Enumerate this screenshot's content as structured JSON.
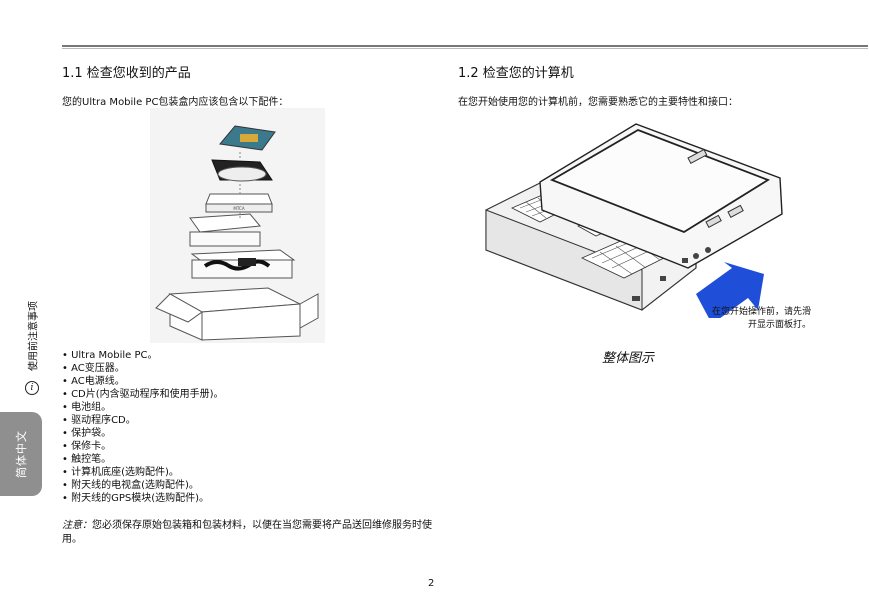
{
  "sidebar": {
    "section_label": "使用前注意事项",
    "tab_label": "简体中文"
  },
  "left": {
    "heading": "1.1  检查您收到的产品",
    "intro": "您的Ultra Mobile PC包装盒内应该包含以下配件：",
    "box_label": "MTCA",
    "items": [
      "• Ultra Mobile PC。",
      "• AC变压器。",
      "• AC电源线。",
      "• CD片(内含驱动程序和使用手册)。",
      "• 电池组。",
      "• 驱动程序CD。",
      "• 保护袋。",
      "• 保修卡。",
      "• 触控笔。",
      "• 计算机底座(选购配件)。",
      "• 附天线的电视盒(选购配件)。",
      "• 附天线的GPS模块(选购配件)。"
    ],
    "note_label": "注意：",
    "note_text": "您必须保存原始包装箱和包装材料，以便在当您需要将产品送回维修服务时使用。"
  },
  "right": {
    "heading": "1.2  检查您的计算机",
    "intro": "在您开始使用您的计算机前，您需要熟悉它的主要特性和接口：",
    "callout": "在您开始操作前，请先滑开显示面板打。",
    "figure_caption": "整体图示"
  },
  "page_number": "2",
  "icons": {
    "info": "info-icon",
    "arrow": "blue-arrow-icon"
  },
  "colors": {
    "tab": "#8f8f8f",
    "arrow": "#1f4fd8"
  }
}
